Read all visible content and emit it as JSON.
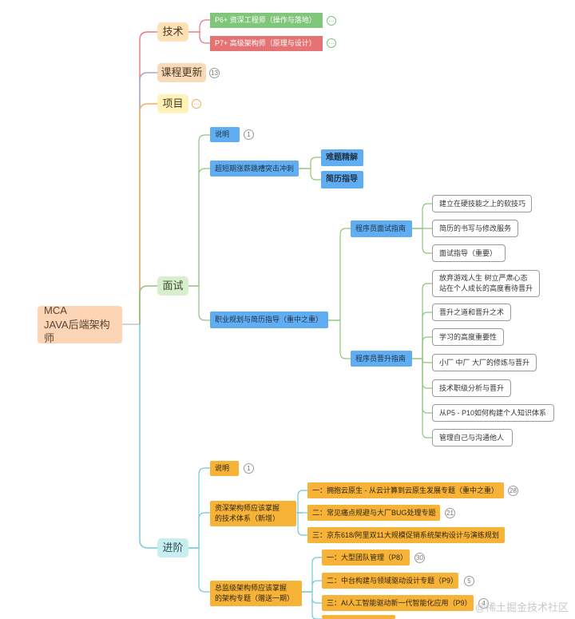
{
  "root": {
    "line1": "MCA",
    "line2": "JAVA后端架构师"
  },
  "branches": {
    "tech": {
      "label": "技术",
      "children": [
        "P6+ 资深工程师（操作与落地）",
        "P7+ 高级架构师（原理与设计）"
      ]
    },
    "course": {
      "label": "课程更新",
      "count": "13"
    },
    "project": {
      "label": "项目"
    },
    "interview": {
      "label": "面试",
      "explain": {
        "label": "说明",
        "count": "1"
      },
      "sprint": {
        "label": "超短期涨薪跳槽突击冲刺",
        "children": [
          "难题精解",
          "简历指导"
        ]
      },
      "career": {
        "label": "职业规划与简历指导（重中之重）",
        "guide": {
          "label": "程序员面试指南",
          "children": [
            "建立在硬技能之上的软技巧",
            "简历的书写与修改服务",
            "面试指导（重要）"
          ]
        },
        "promote": {
          "label": "程序员晋升指南",
          "children": [
            "放弃游戏人生 树立严肃心态",
            "站在个人成长的高度看待晋升",
            "晋升之道和晋升之术",
            "学习的高度重要性",
            "小厂 中厂 大厂的修炼与晋升",
            "技术职级分析与晋升",
            "从P5 - P10如何构建个人知识体系",
            "管理自己与沟通他人"
          ]
        }
      }
    },
    "advanced": {
      "label": "进阶",
      "explain": {
        "label": "说明",
        "count": "1"
      },
      "senior": {
        "line1": "资深架构师应该掌握",
        "line2": "的技术体系（新增）",
        "children": [
          {
            "label": "一：拥抱云原生 - 从云计算到云原生发展专题（重中之重）",
            "count": "28"
          },
          {
            "label": "二：常见痛点规避与大厂BUG处理专题",
            "count": "21"
          },
          {
            "label": "三：京东618/阿里双11大规模促销系统架构设计与演练规划",
            "count": ""
          }
        ]
      },
      "chief": {
        "line1": "总监级架构师应该掌握",
        "line2": "的架构专题（赠送一期）",
        "children": [
          {
            "label": "一：大型团队管理（P8）",
            "count": "30"
          },
          {
            "label": "二：中台构建与领域驱动设计专题（P9）",
            "count": "5"
          },
          {
            "label": "三：AI人工智能驱动新一代智能化应用（P9）",
            "count": "4"
          }
        ]
      }
    }
  },
  "watermark": "@稀土掘金技术社区",
  "colors": {
    "tech_line": "#e8787c",
    "course_line": "#a0a8c8",
    "project_line": "#f0b060",
    "interview_line": "#8ec47a",
    "advanced_line": "#70c8d8",
    "blue_node": "#61adf1",
    "orange_node": "#f7b338",
    "green_node": "#7fc57a",
    "red_node": "#e57373"
  }
}
